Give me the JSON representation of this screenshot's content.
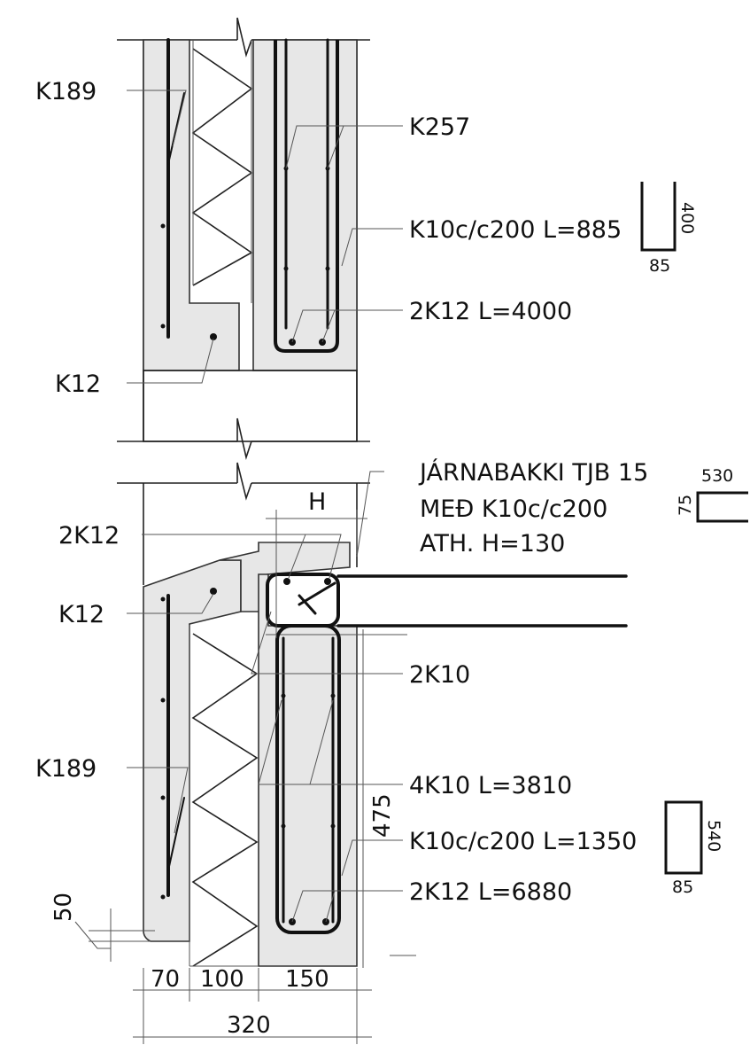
{
  "upper_section": {
    "labels": {
      "k189": "K189",
      "k257": "K257",
      "k10_885": "K10c/c200 L=885",
      "k12_4000": "2K12 L=4000",
      "k12": "K12"
    },
    "shape_u": {
      "height": "400",
      "width": "85"
    }
  },
  "lower_section": {
    "labels": {
      "tjb_line1": "JÁRNABAKKI TJB 15",
      "tjb_line2": "MEÐ K10c/c200",
      "tjb_line3": "ATH. H=130",
      "h": "H",
      "k12_pair": "2K12",
      "k12": "K12",
      "k10_pair": "2K10",
      "k189": "K189",
      "k10_3810": "4K10 L=3810",
      "k10_1350": "K10c/c200 L=1350",
      "k12_6880": "2K12 L=6880"
    },
    "shape_tjb": {
      "width": "530",
      "height": "75"
    },
    "shape_rect": {
      "height": "540",
      "width": "85"
    }
  },
  "dimensions": {
    "d50": "50",
    "d475": "475",
    "d70": "70",
    "d100": "100",
    "d150": "150",
    "d320": "320"
  }
}
